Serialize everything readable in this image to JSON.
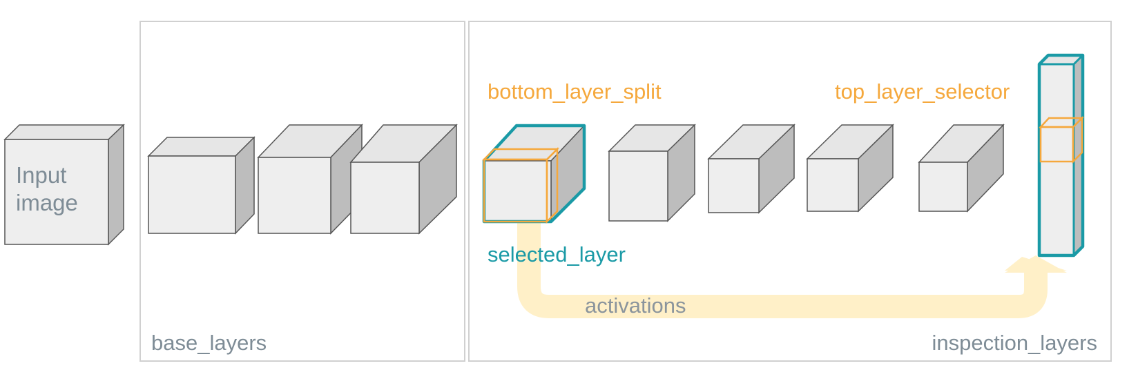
{
  "labels": {
    "input_image_line1": "Input",
    "input_image_line2": "image",
    "base_layers": "base_layers",
    "inspection_layers": "inspection_layers",
    "bottom_layer_split": "bottom_layer_split",
    "top_layer_selector": "top_layer_selector",
    "selected_layer": "selected_layer",
    "activations": "activations"
  },
  "colors": {
    "teal": "#1a9aa6",
    "orange": "#f5a83c",
    "gray_text": "#7e8c96",
    "box_border": "#d0d0d0",
    "cube_front": "#eeeeee",
    "cube_top": "#e6e6e6",
    "cube_side": "#bdbdbd",
    "cube_stroke": "#555555",
    "arrow": "#fff0c8"
  }
}
